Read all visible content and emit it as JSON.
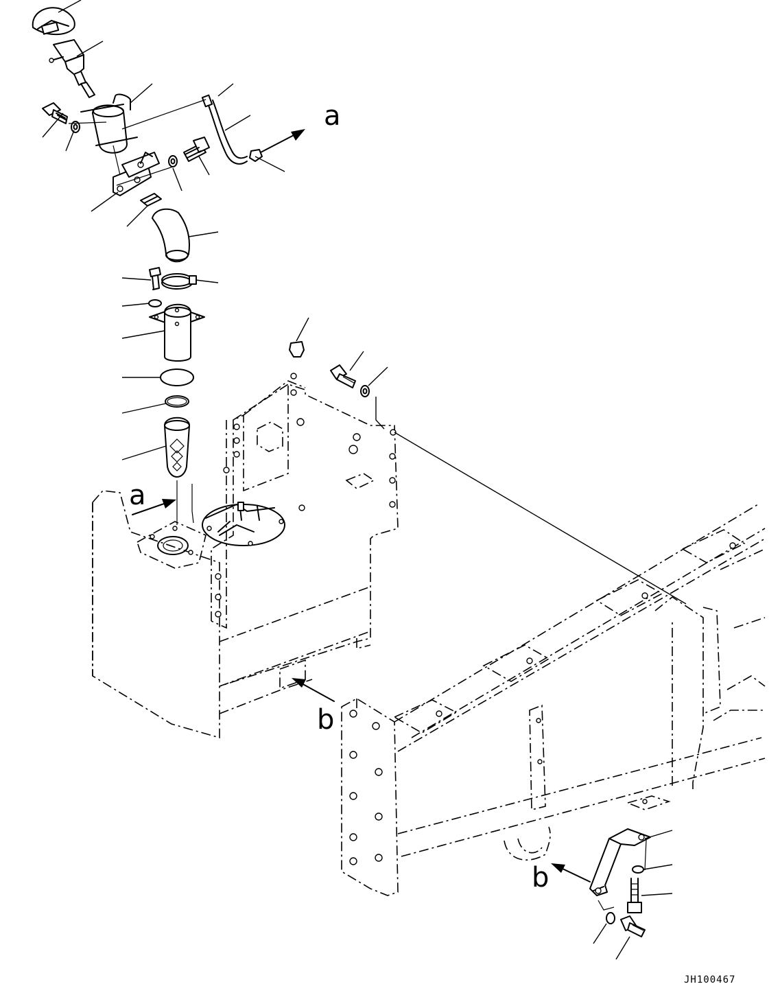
{
  "callouts": {
    "a_top": "a",
    "a_tank": "a",
    "b_tank": "b",
    "b_bracket": "b"
  },
  "drawing_code": "JH100467"
}
